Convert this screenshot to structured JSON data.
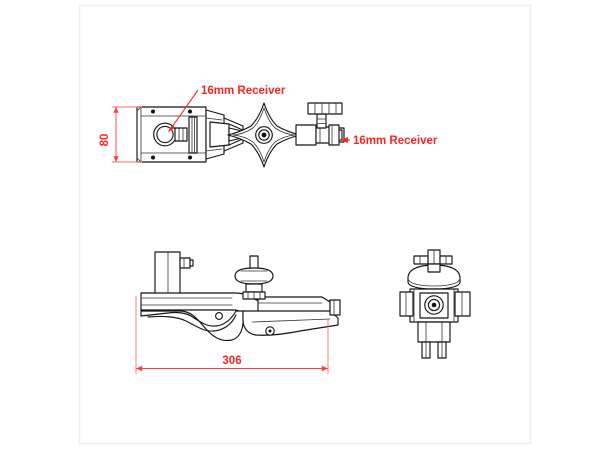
{
  "drawing": {
    "title": "Clamp technical drawing",
    "background_color": "#ffffff",
    "frame_color": "#efefef",
    "line_color": "#141414",
    "annotation_color": "#ff2424",
    "dimension_color": "#ff3b3b"
  },
  "annotations": {
    "receiver_top_label": "16mm Receiver",
    "receiver_right_label": "16mm Receiver"
  },
  "dimensions": {
    "height_label": "80",
    "length_label": "306"
  },
  "views": {
    "top_view_name": "top-view",
    "side_view_name": "side-view",
    "end_view_name": "end-view"
  },
  "icons": {
    "arrow": "arrow-icon",
    "leader": "leader-line-icon"
  }
}
